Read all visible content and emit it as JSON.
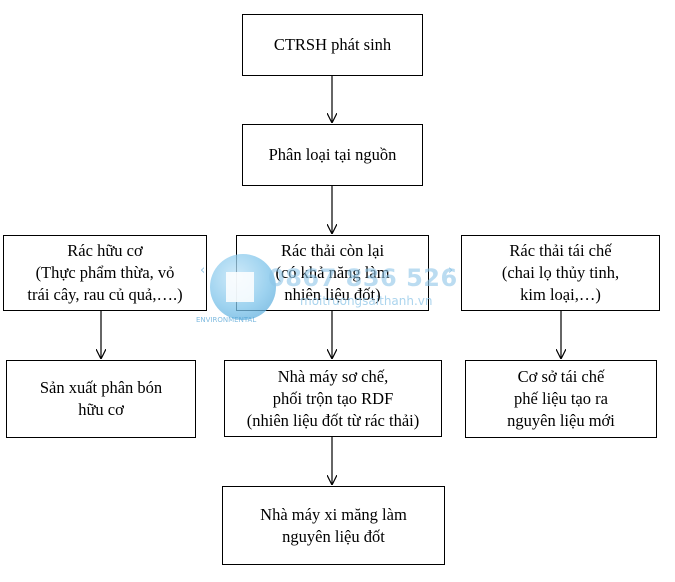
{
  "nodes": {
    "source": {
      "lines": [
        "CTRSH phát sinh"
      ]
    },
    "sorting": {
      "lines": [
        "Phân loại tại nguồn"
      ]
    },
    "organic": {
      "lines": [
        "Rác hữu cơ",
        "(Thực phẩm thừa, vỏ",
        "trái cây, rau củ quả,….)"
      ]
    },
    "residual": {
      "lines": [
        "Rác thải còn lại",
        "(có khả năng làm",
        "nhiên liệu đốt)"
      ]
    },
    "recyclable": {
      "lines": [
        "Rác thải tái chế",
        "(chai lọ thủy tinh,",
        "kim loại,…)"
      ]
    },
    "compost": {
      "lines": [
        "Sản xuất phân bón",
        "hữu cơ"
      ]
    },
    "rdf_plant": {
      "lines": [
        "Nhà máy sơ chế,",
        "phối trộn tạo RDF",
        "(nhiên liệu đốt từ rác thải)"
      ]
    },
    "recycling_facility": {
      "lines": [
        "Cơ sở tái chế",
        "phế liệu tạo ra",
        "nguyên liệu mới"
      ]
    },
    "cement_plant": {
      "lines": [
        "Nhà máy xi măng làm",
        "nguyên liệu đốt"
      ]
    }
  },
  "edges": [
    [
      "source",
      "sorting"
    ],
    [
      "sorting",
      "residual"
    ],
    [
      "organic",
      "compost"
    ],
    [
      "residual",
      "rdf_plant"
    ],
    [
      "recyclable",
      "recycling_facility"
    ],
    [
      "rdf_plant",
      "cement_plant"
    ]
  ],
  "watermark": {
    "phone": "0867 836 526",
    "site": "moitruongsaithanh.vn",
    "logo_text": "ENVIRONMENTAL",
    "color": "#7cc3ea"
  }
}
